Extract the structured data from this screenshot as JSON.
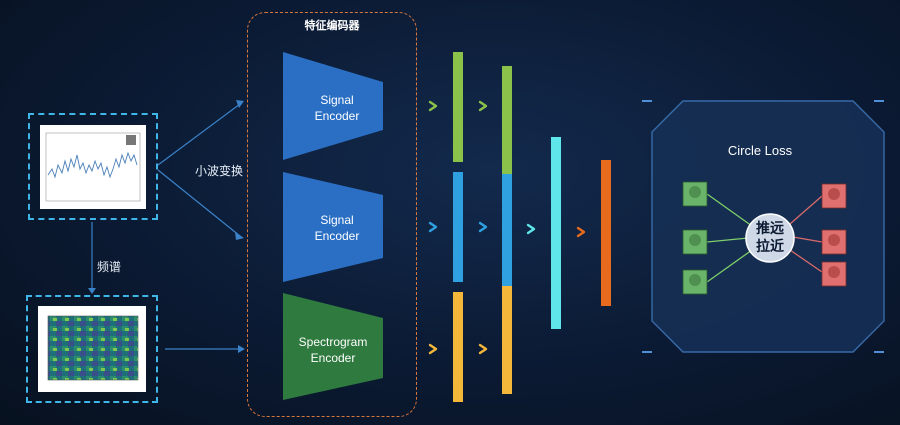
{
  "encoder_group": {
    "title": "特征编码器"
  },
  "encoders": [
    {
      "label_line1": "Signal",
      "label_line2": "Encoder",
      "color": "#2a6fc4"
    },
    {
      "label_line1": "Signal",
      "label_line2": "Encoder",
      "color": "#2a6fc4"
    },
    {
      "label_line1": "Spectrogram",
      "label_line2": "Encoder",
      "color": "#2f7a3e"
    }
  ],
  "labels": {
    "wavelet": "小波变换",
    "spectrum": "频谱"
  },
  "loss_panel": {
    "title": "Circle Loss",
    "center_line1": "推远",
    "center_line2": "拉近"
  },
  "colors": {
    "green_bar": "#8bc34a",
    "blue_bar": "#2fa0e0",
    "yellow_bar": "#f4b73a",
    "cyan_bar": "#5fe6ea",
    "orange_bar": "#e86a1c",
    "pos_head": "#6ab36a",
    "neg_head": "#e07070"
  }
}
